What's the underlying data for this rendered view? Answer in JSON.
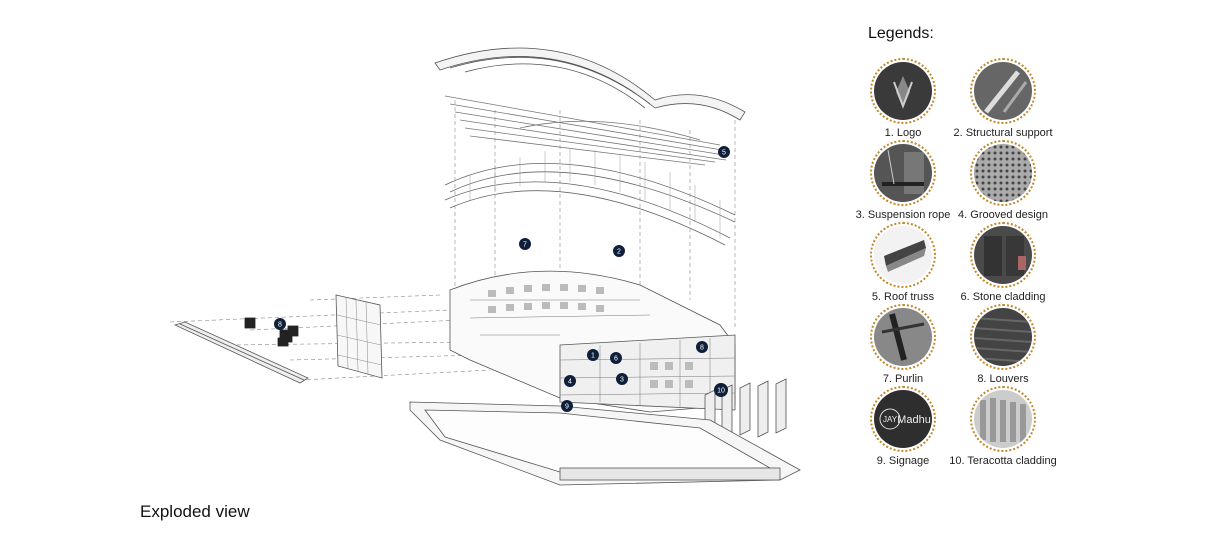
{
  "caption": "Exploded view",
  "legend": {
    "title": "Legends:",
    "items": [
      {
        "label": "1. Logo",
        "icon": "logo-icon"
      },
      {
        "label": "2. Structural support",
        "icon": "structural-support-icon"
      },
      {
        "label": "3. Suspension rope",
        "icon": "suspension-rope-icon"
      },
      {
        "label": "4. Grooved design",
        "icon": "grooved-design-icon"
      },
      {
        "label": "5. Roof truss",
        "icon": "roof-truss-icon"
      },
      {
        "label": "6. Stone cladding",
        "icon": "stone-cladding-icon"
      },
      {
        "label": "7. Purlin",
        "icon": "purlin-icon"
      },
      {
        "label": "8. Louvers",
        "icon": "louvers-icon"
      },
      {
        "label": "9. Signage",
        "icon": "signage-icon"
      },
      {
        "label": "10. Teracotta cladding",
        "icon": "teracotta-cladding-icon"
      }
    ]
  },
  "signage_text": {
    "left": "JAY",
    "right": "Madhu"
  },
  "markers": [
    "1",
    "2",
    "3",
    "4",
    "5",
    "6",
    "7",
    "8",
    "8",
    "9",
    "10"
  ],
  "colors": {
    "marker": "#0f1f3a",
    "legend_ring": "#c08a2a",
    "line": "#555555"
  }
}
